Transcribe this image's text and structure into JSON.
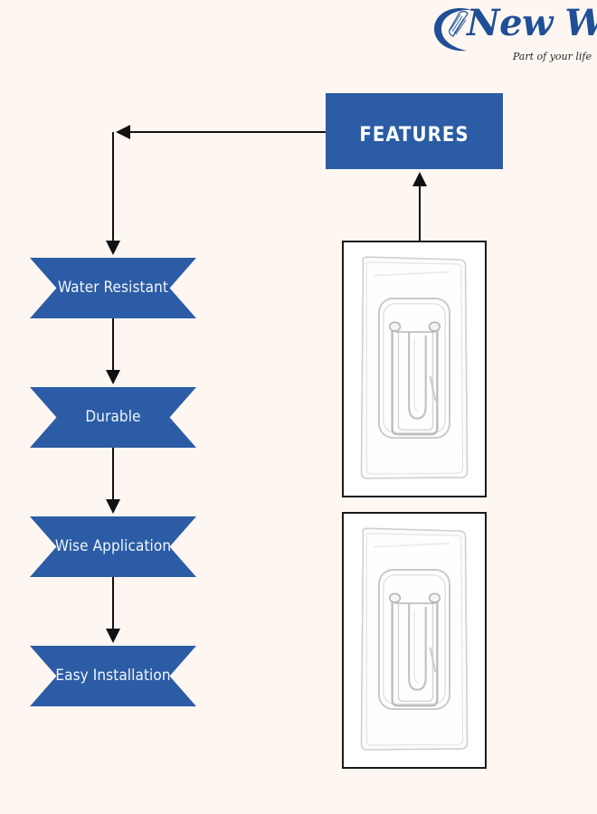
{
  "background_color": "#fdf6f1",
  "accent_color": "#2b5ca5",
  "brand": {
    "name": "New Ware",
    "tagline": "Part of your life",
    "logo_icon": "swoosh-crescent-logo-icon",
    "color": "#1f4f96"
  },
  "header": {
    "title": "Features"
  },
  "features": {
    "items": [
      {
        "label": "Water Resistant"
      },
      {
        "label": "Durable"
      },
      {
        "label": "Wise Application"
      },
      {
        "label": "Easy Installation"
      }
    ]
  },
  "product_images": [
    {
      "alt": "Transparent adhesive wall hook - front view"
    },
    {
      "alt": "Transparent adhesive wall hook - angled view"
    }
  ],
  "connectors": {
    "header_to_list": "arrow-left-then-down",
    "between_items": "arrow-down",
    "image_to_header": "arrow-up"
  }
}
